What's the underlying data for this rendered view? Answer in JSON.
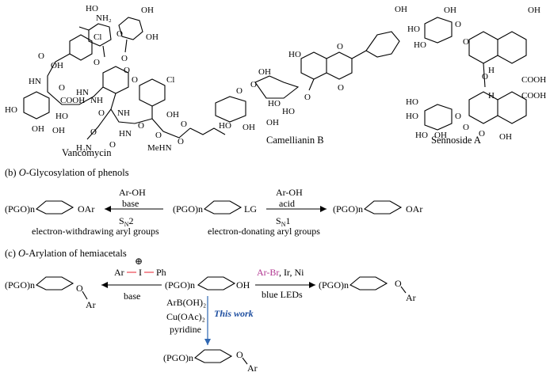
{
  "compounds": {
    "vancomycin": {
      "name": "Vancomycin",
      "atoms": {
        "nh2": "NH₂",
        "ho_top": "HO",
        "o_sugar1": "O",
        "oh_sugar1": "OH",
        "oh_sugar2": "OH",
        "o_link": "O",
        "o_link2": "O",
        "cl1": "Cl",
        "cl2": "Cl",
        "o_ether1": "O",
        "o_ether2": "O",
        "oh1": "OH",
        "oh2": "OH",
        "o1": "O",
        "o2": "O",
        "hn1": "HN",
        "hn2": "HN",
        "hn3": "HN",
        "nh1": "NH",
        "nh2b": "NH",
        "o3": "O",
        "o4": "O",
        "o5": "O",
        "o6": "O",
        "cooh": "COOH",
        "ho1": "HO",
        "ho2": "HO",
        "oh3": "OH",
        "oh4": "OH",
        "h2n": "H₂N",
        "o7": "O",
        "meh_n": "MeHN",
        "o8": "O",
        "o9": "O"
      }
    },
    "camellianin": {
      "name": "Camellianin B",
      "atoms": {
        "ho": "HO",
        "oh": "OH",
        "o_ring": "O",
        "o_keto": "O",
        "o_link": "O",
        "oh_a": "OH",
        "ho_a": "HO",
        "ho_b": "HO",
        "o_s1": "O",
        "o_s2": "O",
        "ho_c": "HO",
        "oh_b": "OH",
        "oh_c": "OH"
      }
    },
    "sennoside": {
      "name": "Sennoside A",
      "atoms": {
        "ho1": "HO",
        "oh1": "OH",
        "ho2": "HO",
        "o1": "O",
        "o2": "O",
        "oh2": "OH",
        "h1": "H",
        "h2": "H",
        "cooh1": "COOH",
        "cooh2": "COOH",
        "o3": "O",
        "oh3": "OH",
        "ho3": "HO",
        "ho4": "HO",
        "o4": "O",
        "o5": "O",
        "o6": "O",
        "ho5": "HO",
        "oh4": "OH"
      }
    }
  },
  "section_b": {
    "title_prefix": "(b) ",
    "title_italic": "O",
    "title_rest": "-Glycosylation of phenols",
    "left_product": {
      "pgo": "(PGO)n",
      "sub": "OAr"
    },
    "center": {
      "pgo": "(PGO)n",
      "lg": "LG"
    },
    "right_product": {
      "pgo": "(PGO)n",
      "sub": "OAr"
    },
    "left_arrow": {
      "top": "Ar-OH",
      "bottom": "base",
      "mech": "S",
      "mech_sub": "N",
      "mech_num": "2",
      "note": "electron-withdrawing aryl groups"
    },
    "right_arrow": {
      "top": "Ar-OH",
      "bottom": "acid",
      "mech": "S",
      "mech_sub": "N",
      "mech_num": "1",
      "note": "electron-donating aryl groups"
    }
  },
  "section_c": {
    "title_prefix": "(c) ",
    "title_italic": "O",
    "title_rest": "-Arylation of hemiacetals",
    "center": {
      "pgo": "(PGO)n",
      "oh": "OH"
    },
    "left_product": {
      "pgo": "(PGO)n",
      "o": "O",
      "ar": "Ar"
    },
    "right_product": {
      "pgo": "(PGO)n",
      "o": "O",
      "ar": "Ar"
    },
    "bottom_product": {
      "pgo": "(PGO)n",
      "o": "O",
      "ar": "Ar"
    },
    "left_reagent": {
      "ar": "Ar",
      "i": "I",
      "ph": "Ph",
      "plus": "⊕",
      "cond": "base"
    },
    "right_reagent": {
      "arbr": "Ar-Br",
      "rest": ", Ir, Ni",
      "cond": "blue LEDs"
    },
    "down_reagent": {
      "boron": "ArB(OH)₂",
      "copper": "Cu(OAc)₂",
      "base": "pyridine",
      "highlight": "This work"
    }
  },
  "colors": {
    "teal": "#1aa6b7",
    "red": "#e8212f",
    "pink": "#d4447a",
    "purple": "#b0348f",
    "blue": "#2f67b2",
    "highlight": "#1f4fa0"
  }
}
